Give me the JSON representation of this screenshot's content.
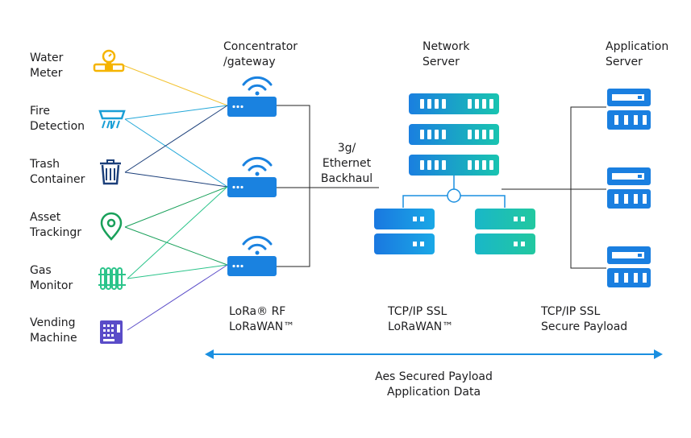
{
  "devices": [
    {
      "line1": "Water",
      "line2": "Meter",
      "icon": "water-meter-icon",
      "color": "#f5b400"
    },
    {
      "line1": "Fire",
      "line2": "Detection",
      "icon": "fire-detector-icon",
      "color": "#1a9fd6"
    },
    {
      "line1": "Trash",
      "line2": "Container",
      "icon": "trash-can-icon",
      "color": "#1b3f7a"
    },
    {
      "line1": "Asset",
      "line2": "Trackingr",
      "icon": "location-pin-icon",
      "color": "#19a05a"
    },
    {
      "line1": "Gas",
      "line2": "Monitor",
      "icon": "gas-monitor-icon",
      "color": "#2bc48a"
    },
    {
      "line1": "Vending",
      "line2": "Machine",
      "icon": "vending-machine-icon",
      "color": "#5a4cc8"
    }
  ],
  "headers": {
    "gateway": {
      "line1": "Concentrator",
      "line2": "/gateway"
    },
    "network": {
      "line1": "Network",
      "line2": "Server"
    },
    "application": {
      "line1": "Application",
      "line2": "Server"
    }
  },
  "backhaul": {
    "line1": "3g/",
    "line2": "Ethernet",
    "line3": "Backhaul"
  },
  "protocols": {
    "rf": {
      "line1": "LoRa® RF",
      "line2": "LoRaWAN™"
    },
    "network": {
      "line1": "TCP/IP SSL",
      "line2": "LoRaWAN™"
    },
    "application": {
      "line1": "TCP/IP SSL",
      "line2": "Secure Payload"
    }
  },
  "footer": {
    "line1": "Aes Secured Payload",
    "line2": "Application Data"
  },
  "colors": {
    "gateway_blue": "#1a82e0",
    "server_blue": "#1a7fe0",
    "server_teal": "#19c2b0",
    "arrow_blue": "#1a8fe0",
    "line_dark": "#222222"
  }
}
